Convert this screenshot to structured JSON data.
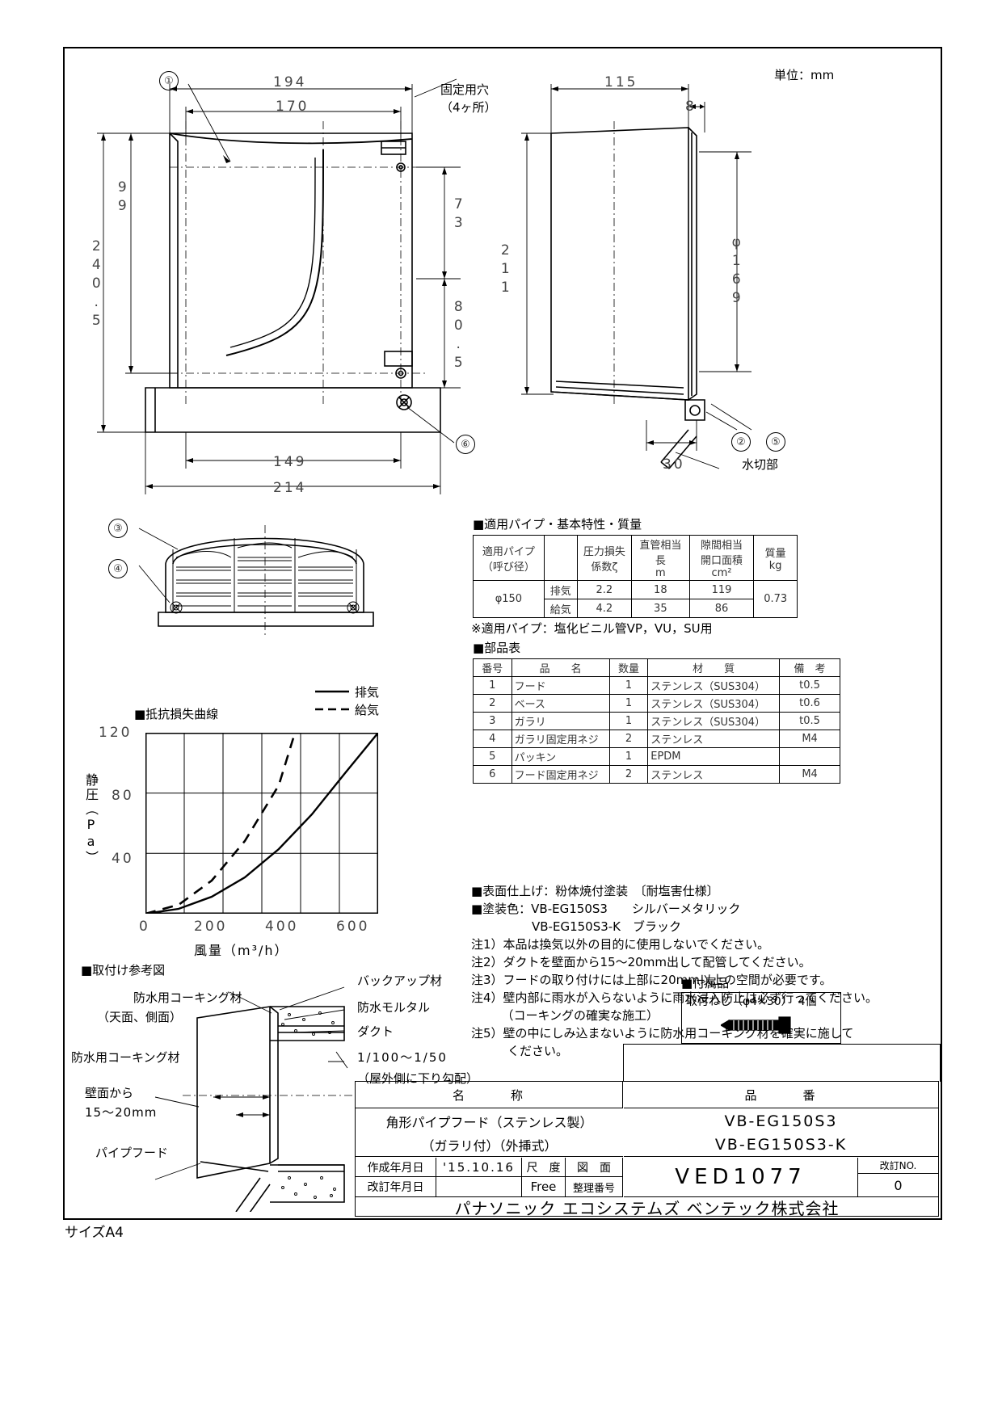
{
  "meta": {
    "unit_note": "単位：mm",
    "size_note": "サイズA4"
  },
  "front_view": {
    "balloon_1": "①",
    "balloon_6": "⑥",
    "dim_194": "194",
    "dim_170": "170",
    "dim_99": "99",
    "dim_240_5": "240.5",
    "dim_73": "73",
    "dim_80_5": "80.5",
    "dim_149": "149",
    "dim_214": "214",
    "label_fixing_holes": "固定用穴",
    "label_fixing_holes_sub": "（4ヶ所）"
  },
  "side_view": {
    "dim_115": "115",
    "dim_8": "8",
    "dim_211": "211",
    "dim_phi169": "φ169",
    "dim_30": "30",
    "balloon_2": "②",
    "balloon_5": "⑤",
    "label_drip": "水切部"
  },
  "louver_view": {
    "balloon_3": "③",
    "balloon_4": "④"
  },
  "pipe_table": {
    "heading": "■適用パイプ・基本特性・質量",
    "headers": {
      "pipe": "適用パイプ",
      "pipe_sub": "（呼び径）",
      "blank": "",
      "loss": "圧力損失",
      "loss_sub": "係数ζ",
      "length": "直管相当長",
      "length_sub": "m",
      "area": "隙間相当",
      "area_sub": "開口面積cm²",
      "mass": "質量",
      "mass_sub": "kg"
    },
    "pipe_size": "φ150",
    "rows": [
      {
        "mode": "排気",
        "loss": "2.2",
        "length": "18",
        "area": "119"
      },
      {
        "mode": "給気",
        "loss": "4.2",
        "length": "35",
        "area": "86"
      }
    ],
    "mass": "0.73",
    "footnote": "※適用パイプ：塩化ビニル管VP，VU，SU用"
  },
  "parts_table": {
    "heading": "■部品表",
    "headers": [
      "番号",
      "品　　名",
      "数量",
      "材　　質",
      "備　考"
    ],
    "rows": [
      {
        "no": "1",
        "name": "フード",
        "qty": "1",
        "material": "ステンレス（SUS304）",
        "remark": "t0.5"
      },
      {
        "no": "2",
        "name": "ベース",
        "qty": "1",
        "material": "ステンレス（SUS304）",
        "remark": "t0.6"
      },
      {
        "no": "3",
        "name": "ガラリ",
        "qty": "1",
        "material": "ステンレス（SUS304）",
        "remark": "t0.5"
      },
      {
        "no": "4",
        "name": "ガラリ固定用ネジ",
        "qty": "2",
        "material": "ステンレス",
        "remark": "M4"
      },
      {
        "no": "5",
        "name": "パッキン",
        "qty": "1",
        "material": "EPDM",
        "remark": ""
      },
      {
        "no": "6",
        "name": "フード固定用ネジ",
        "qty": "2",
        "material": "ステンレス",
        "remark": "M4"
      }
    ]
  },
  "spec_notes": {
    "finish": "■表面仕上げ：粉体焼付塗装　〔耐塩害仕様〕",
    "color_line1": "■塗装色：VB-EG150S3　　シルバーメタリック",
    "color_line2": "　　　　　VB-EG150S3-K　ブラック",
    "notes": [
      "注1）本品は換気以外の目的に使用しないでください。",
      "注2）ダクトを壁面から15～20mm出して配管してください。",
      "注3）フードの取り付けには上部に20mm以上の空間が必要です。",
      "注4）壁内部に雨水が入らないように雨水浸入防止は必ず行ってください。",
      "　　　（コーキングの確実な施工）",
      "注5）壁の中にしみ込まないように防水用コーキング材を確実に施して",
      "　　　ください。"
    ]
  },
  "accessory": {
    "heading": "■付属品",
    "item": "取付ねじ（φ4×30）　4個"
  },
  "chart_data": {
    "type": "line",
    "title": "■抵抗損失曲線",
    "xlabel": "風量（m³/h）",
    "ylabel": "静圧（Pa）",
    "xlim": [
      0,
      700
    ],
    "ylim": [
      0,
      120
    ],
    "xticks": [
      0,
      200,
      400,
      600
    ],
    "xtick_labels": [
      "0",
      "200",
      "400",
      "600"
    ],
    "yticks": [
      40,
      80,
      120
    ],
    "ytick_labels": [
      "40",
      "80",
      "120"
    ],
    "grid": true,
    "legend_position": "top-right",
    "series": [
      {
        "name": "排気",
        "style": "solid",
        "x": [
          0,
          100,
          200,
          300,
          400,
          500,
          600,
          700
        ],
        "y": [
          0,
          3,
          11,
          24,
          43,
          66,
          93,
          120
        ]
      },
      {
        "name": "給気",
        "style": "dashed",
        "x": [
          0,
          100,
          200,
          300,
          400,
          450
        ],
        "y": [
          0,
          6,
          22,
          48,
          85,
          120
        ]
      }
    ]
  },
  "install_diagram": {
    "heading": "■取付け参考図",
    "labels": {
      "backup": "バックアップ材",
      "mortar": "防水モルタル",
      "duct": "ダクト",
      "slope": "1/100～1/50",
      "slope_sub": "（屋外側に下り勾配）",
      "caulk_top": "防水用コーキング材",
      "caulk_top_sub": "（天面、側面）",
      "caulk_left": "防水用コーキング材",
      "wall_from": "壁面から",
      "wall_dim": "15～20mm",
      "pipe_hood": "パイプフード"
    }
  },
  "title_block": {
    "name_header": "名　　　称",
    "code_header": "品　　　番",
    "name_line1": "角形パイプフード（ステンレス製）",
    "name_line2": "（ガラリ付）（外挿式）",
    "code_line1": "VB-EG150S3",
    "code_line2": "VB-EG150S3-K",
    "created_label": "作成年月日",
    "created_value": "'15.10.16",
    "revised_label": "改訂年月日",
    "revised_value": "",
    "scale_label": "尺　度",
    "scale_value": "Free",
    "dwg_label": "図　面",
    "dwg_sub": "整理番号",
    "dwg_no": "VED1077",
    "rev_label": "改訂NO.",
    "rev_value": "0",
    "company": "パナソニック エコシステムズ ベンテック株式会社"
  }
}
